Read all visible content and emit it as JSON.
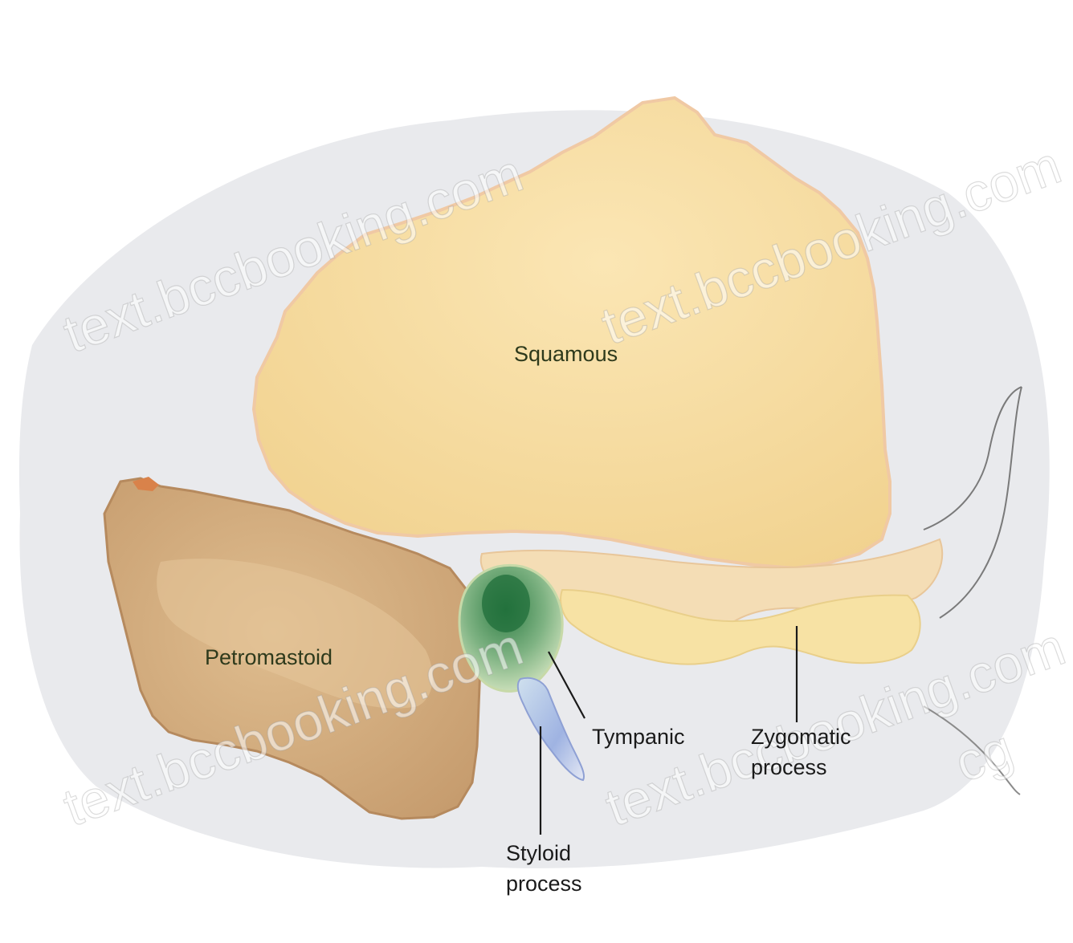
{
  "colors": {
    "background_haze": "#e6e7ea",
    "squamous": "#f7dca0",
    "squamous_shade": "#f0cf8e",
    "petromastoid": "#d8b486",
    "petromastoid_shade": "#c49a6c",
    "tympanic": "#3f8c54",
    "styloid": "#a9bde0",
    "zygomatic": "#f3dcb8",
    "leader_line": "#1a1a1a"
  },
  "labels": {
    "squamous": "Squamous",
    "petromastoid": "Petromastoid",
    "tympanic": "Tympanic",
    "zygomatic_line1": "Zygomatic",
    "zygomatic_line2": "process",
    "styloid_line1": "Styloid",
    "styloid_line2": "process"
  },
  "watermark": {
    "text": "text.bccbooking.com",
    "fragment": "cg"
  }
}
